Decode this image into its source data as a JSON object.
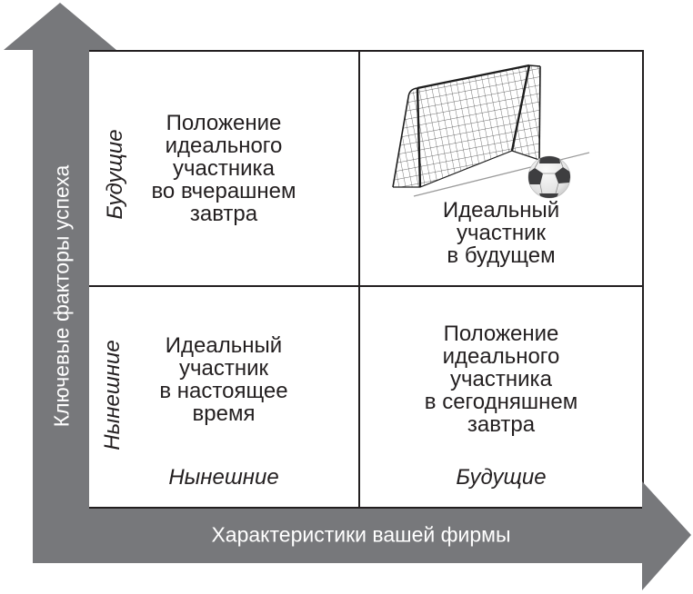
{
  "figure": {
    "type": "2x2-matrix-diagram",
    "language": "ru"
  },
  "y_axis": {
    "label": "Ключевые факторы успеха"
  },
  "x_axis": {
    "label": "Характеристики вашей фирмы"
  },
  "rows": {
    "top": "Будущие",
    "bottom": "Нынешние"
  },
  "columns": {
    "left": "Нынешние",
    "right": "Будущие"
  },
  "quadrants": {
    "top_left": "Положение\nидеального\nучастника\nво вчерашнем\nзавтра",
    "top_right": "Идеальный\nучастник\nв будущем",
    "bottom_left": "Идеальный\nучастник\nв настоящее\nвремя",
    "bottom_right": "Положение\nидеального\nучастника\nв сегодняшнем\nзавтра"
  },
  "icons": {
    "goal": "soccer-goal-icon",
    "ball": "soccer-ball-icon"
  },
  "colors": {
    "arrow_gray": "#77787b",
    "line_black": "#231f20",
    "axis_text": "#ffffff",
    "background": "#ffffff"
  }
}
